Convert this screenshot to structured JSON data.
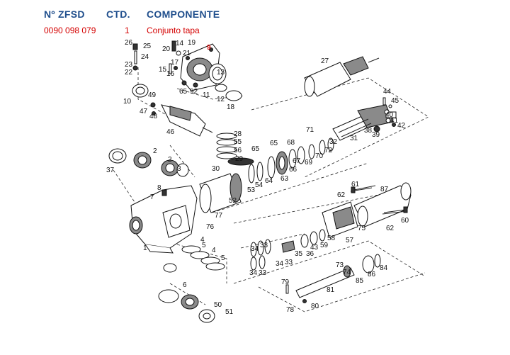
{
  "header": {
    "col_number": "Nº ZFSD",
    "col_qty": "CTD.",
    "col_component": "COMPONENTE"
  },
  "row": {
    "number": "0090 098 079",
    "qty": "1",
    "component": "Conjunto tapa"
  },
  "highlight_color": "#d40000",
  "header_color": "#1f4e8c",
  "labels": {
    "l1": "1",
    "l2a": "2",
    "l2b": "2",
    "l3": "3",
    "l4a": "4",
    "l4b": "4",
    "l5a": "5",
    "l5b": "5",
    "l6": "6",
    "l7": "7",
    "l8": "8",
    "l9": "9",
    "l10": "10",
    "l11": "11",
    "l12": "12",
    "l13": "13",
    "l14": "14",
    "l15": "15",
    "l16": "16",
    "l17": "17",
    "l18": "18",
    "l19": "19",
    "l20": "20",
    "l21": "21",
    "l22": "22",
    "l23": "23",
    "l24": "24",
    "l25": "25",
    "l26": "26",
    "l27": "27",
    "l28": "28",
    "l29": "29",
    "l30": "30",
    "l31": "31",
    "l32": "32",
    "l33a": "33",
    "l33b": "33",
    "l33c": "33",
    "l34a": "34",
    "l34b": "34",
    "l34c": "34",
    "l35": "35",
    "l36": "36",
    "l37": "37",
    "l38": "38",
    "l39": "39",
    "l40": "40",
    "l41": "41",
    "l42": "42",
    "l43": "43",
    "l44": "44",
    "l45": "45",
    "l46": "46",
    "l47": "47",
    "l48": "48",
    "l49": "49",
    "l50": "50",
    "l51": "51",
    "l52": "52",
    "l53": "53",
    "l54": "54",
    "l55": "55",
    "l56": "56",
    "l57": "57",
    "l58": "58",
    "l59": "59",
    "l60": "60",
    "l61": "61",
    "l62a": "62",
    "l62b": "62",
    "l63": "63",
    "l64": "64",
    "l65a": "65",
    "l65b": "65",
    "l65c": "65",
    "l66": "66",
    "l67": "67",
    "l68": "68",
    "l69": "69",
    "l70": "70",
    "l71": "71",
    "l72": "72",
    "l73": "73",
    "l74": "74",
    "l75": "75",
    "l76": "76",
    "l77": "77",
    "l78": "78",
    "l79": "79",
    "l80": "80",
    "l81": "81",
    "l84": "84",
    "l85": "85",
    "l86": "86",
    "l87": "87",
    "l92": "92"
  }
}
